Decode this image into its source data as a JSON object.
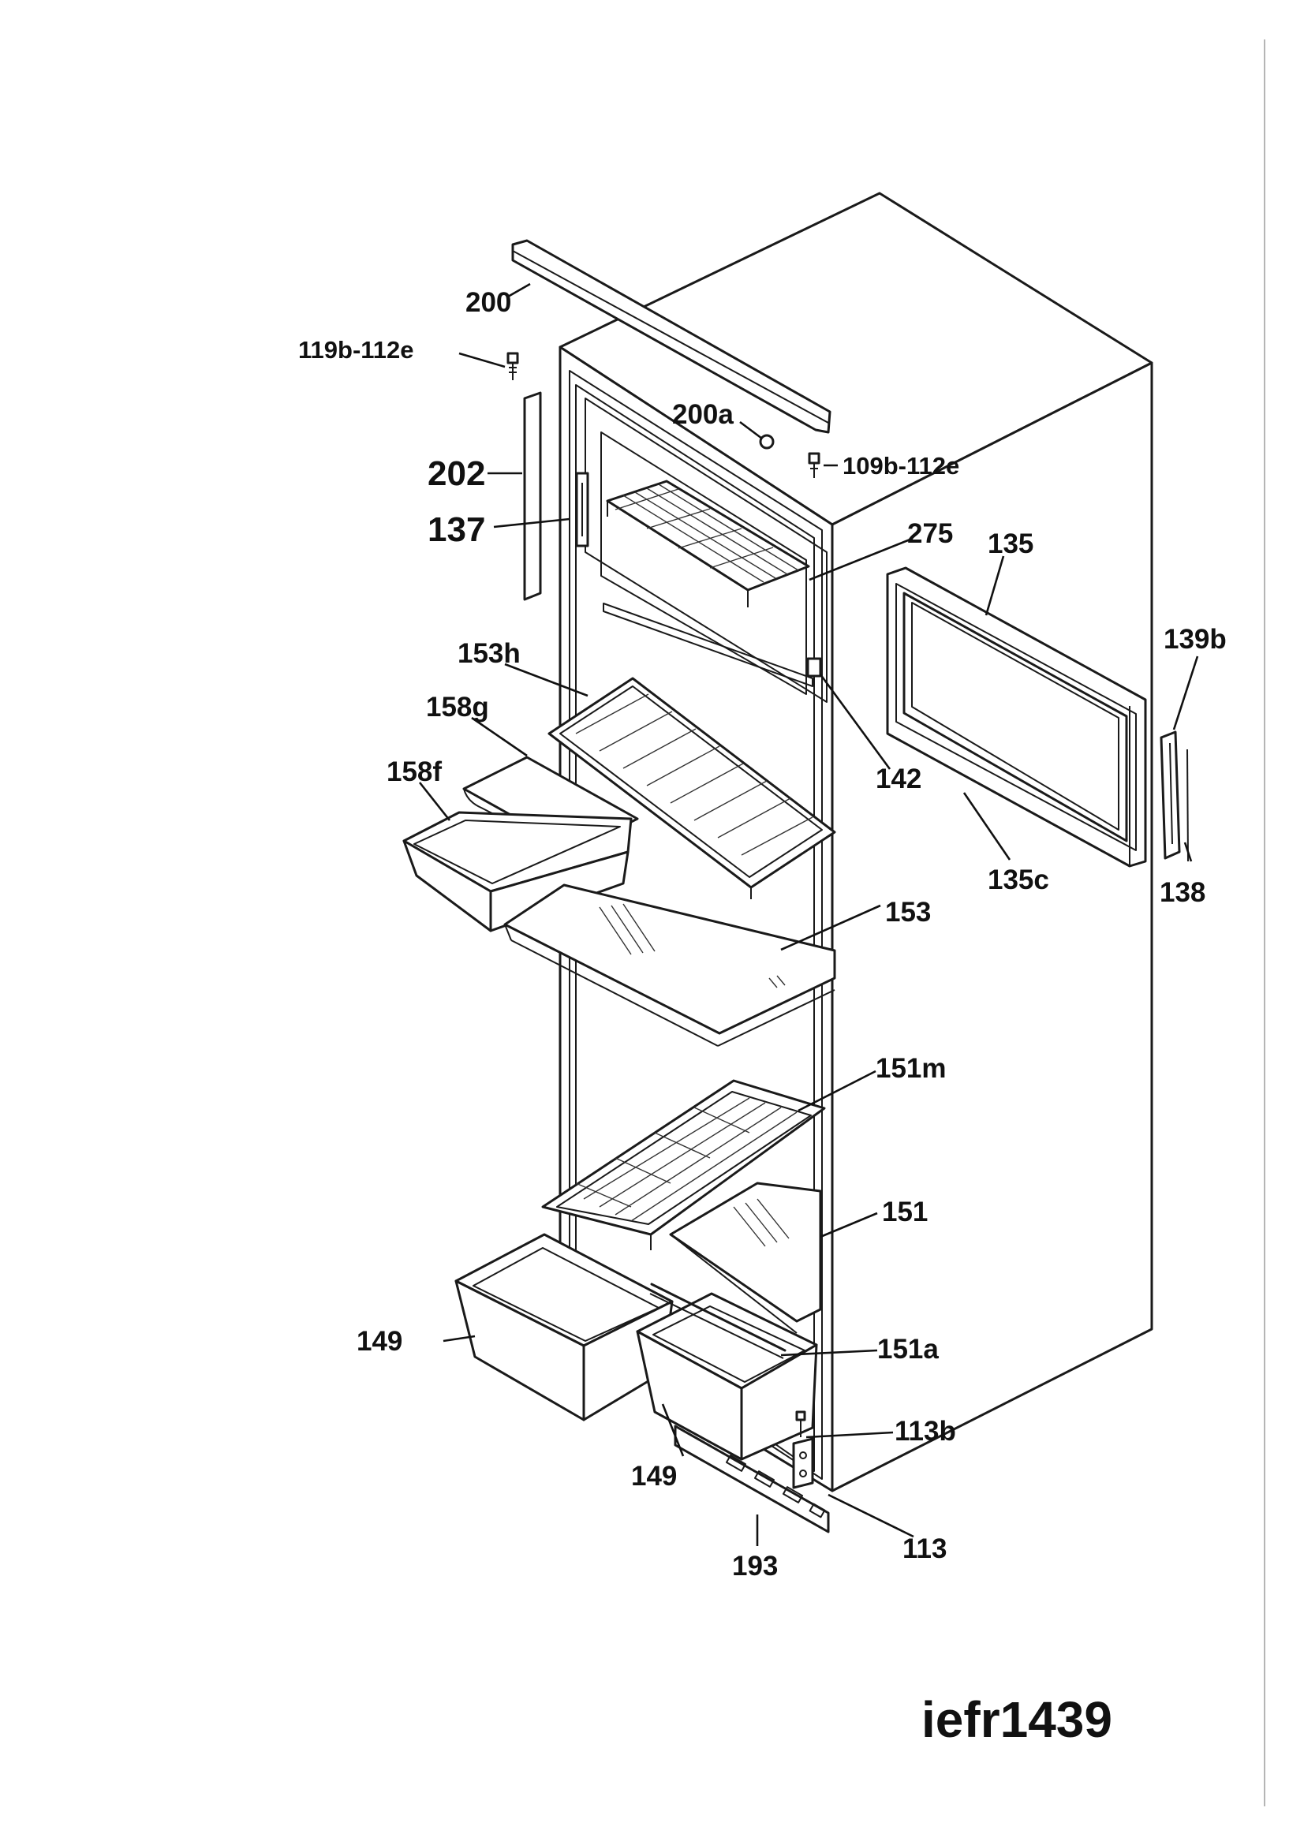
{
  "diagram": {
    "code": "iefr1439",
    "callouts": {
      "c200": "200",
      "c119b": "119b-112e",
      "c200a": "200a",
      "c109b": "109b-112e",
      "c202": "202",
      "c137": "137",
      "c275": "275",
      "c135": "135",
      "c139b": "139b",
      "c153h": "153h",
      "c158g": "158g",
      "c158f": "158f",
      "c142": "142",
      "c135c": "135c",
      "c138": "138",
      "c153": "153",
      "c151m": "151m",
      "c151": "151",
      "c149a": "149",
      "c151a": "151a",
      "c113b": "113b",
      "c149b": "149",
      "c113": "113",
      "c193": "193"
    }
  }
}
